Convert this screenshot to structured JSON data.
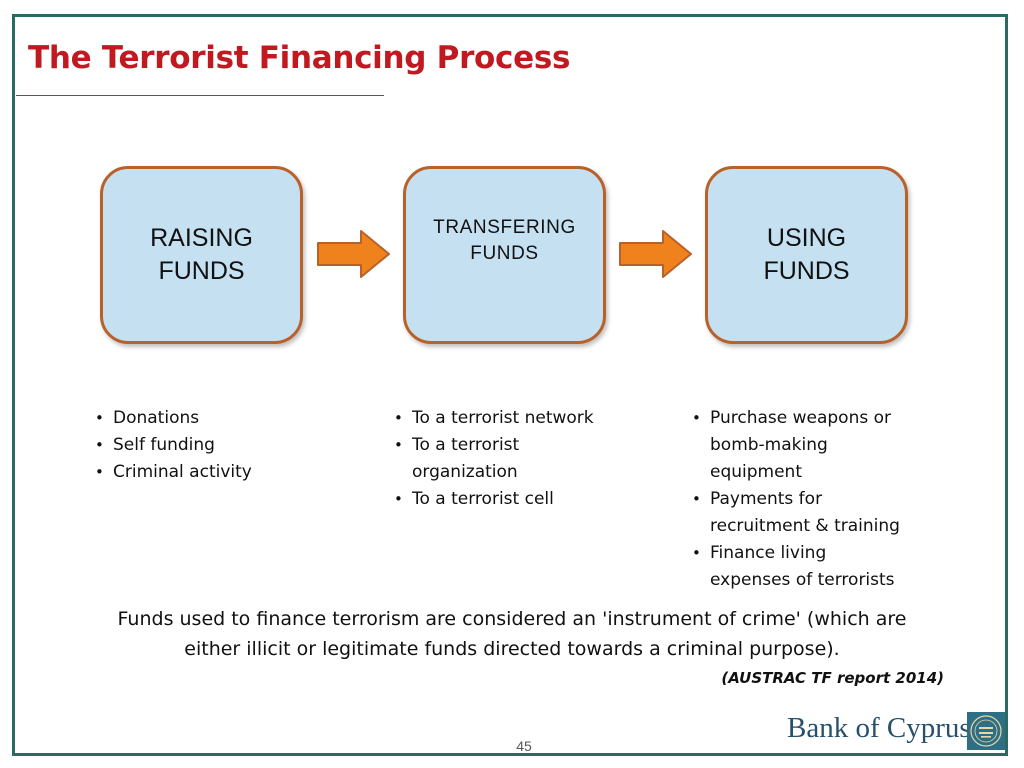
{
  "slide": {
    "title": "The Terrorist Financing Process",
    "page_number": "45"
  },
  "diagram": {
    "stages": [
      {
        "label_line1": "RAISING",
        "label_line2": "FUNDS",
        "details": [
          "Donations",
          "Self funding",
          "Criminal activity"
        ]
      },
      {
        "label_line1": "TRANSFERING",
        "label_line2": "FUNDS",
        "details": [
          "To a terrorist network",
          "To a terrorist",
          "organization",
          "To a terrorist cell"
        ]
      },
      {
        "label_line1": "USING",
        "label_line2": "FUNDS",
        "details": [
          "Purchase weapons or",
          "bomb-making",
          "equipment",
          "Payments for",
          "recruitment & training",
          "Finance living",
          "expenses of terrorists"
        ]
      }
    ],
    "arrow_count": 2
  },
  "quote": {
    "line1": "Funds used to finance terrorism are considered an 'instrument of crime' (which are",
    "line2": "either illicit or legitimate funds directed towards a criminal purpose).",
    "citation": "(AUSTRAC TF report 2014)"
  },
  "branding": {
    "name": "Bank of Cyprus",
    "logo_icon": "bank-of-cyprus-seal-icon"
  },
  "colors": {
    "title": "#c0191f",
    "frame": "#2b6a62",
    "box_fill": "#c5e0f0",
    "box_border": "#b8622a",
    "arrow_fill": "#f0821e",
    "brand": "#27506a"
  }
}
